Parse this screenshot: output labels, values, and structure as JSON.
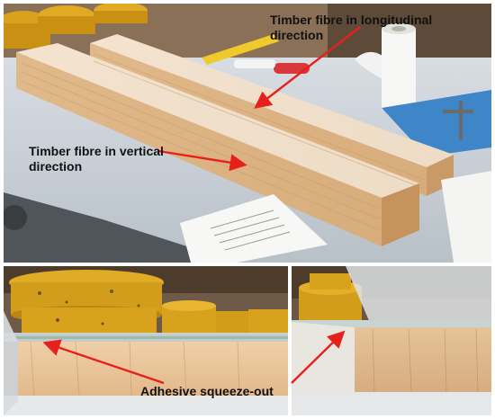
{
  "labels": {
    "longitudinal_line1": "Timber fibre in longitudinal",
    "longitudinal_line2": "direction",
    "vertical_line1": "Timber fibre in vertical",
    "vertical_line2": "direction",
    "adhesive": "Adhesive squeeze-out"
  },
  "colors": {
    "arrow": "#e8201c",
    "timber": "#e9c9a3",
    "weights": "#d9a21c",
    "label_text": "#111111"
  }
}
